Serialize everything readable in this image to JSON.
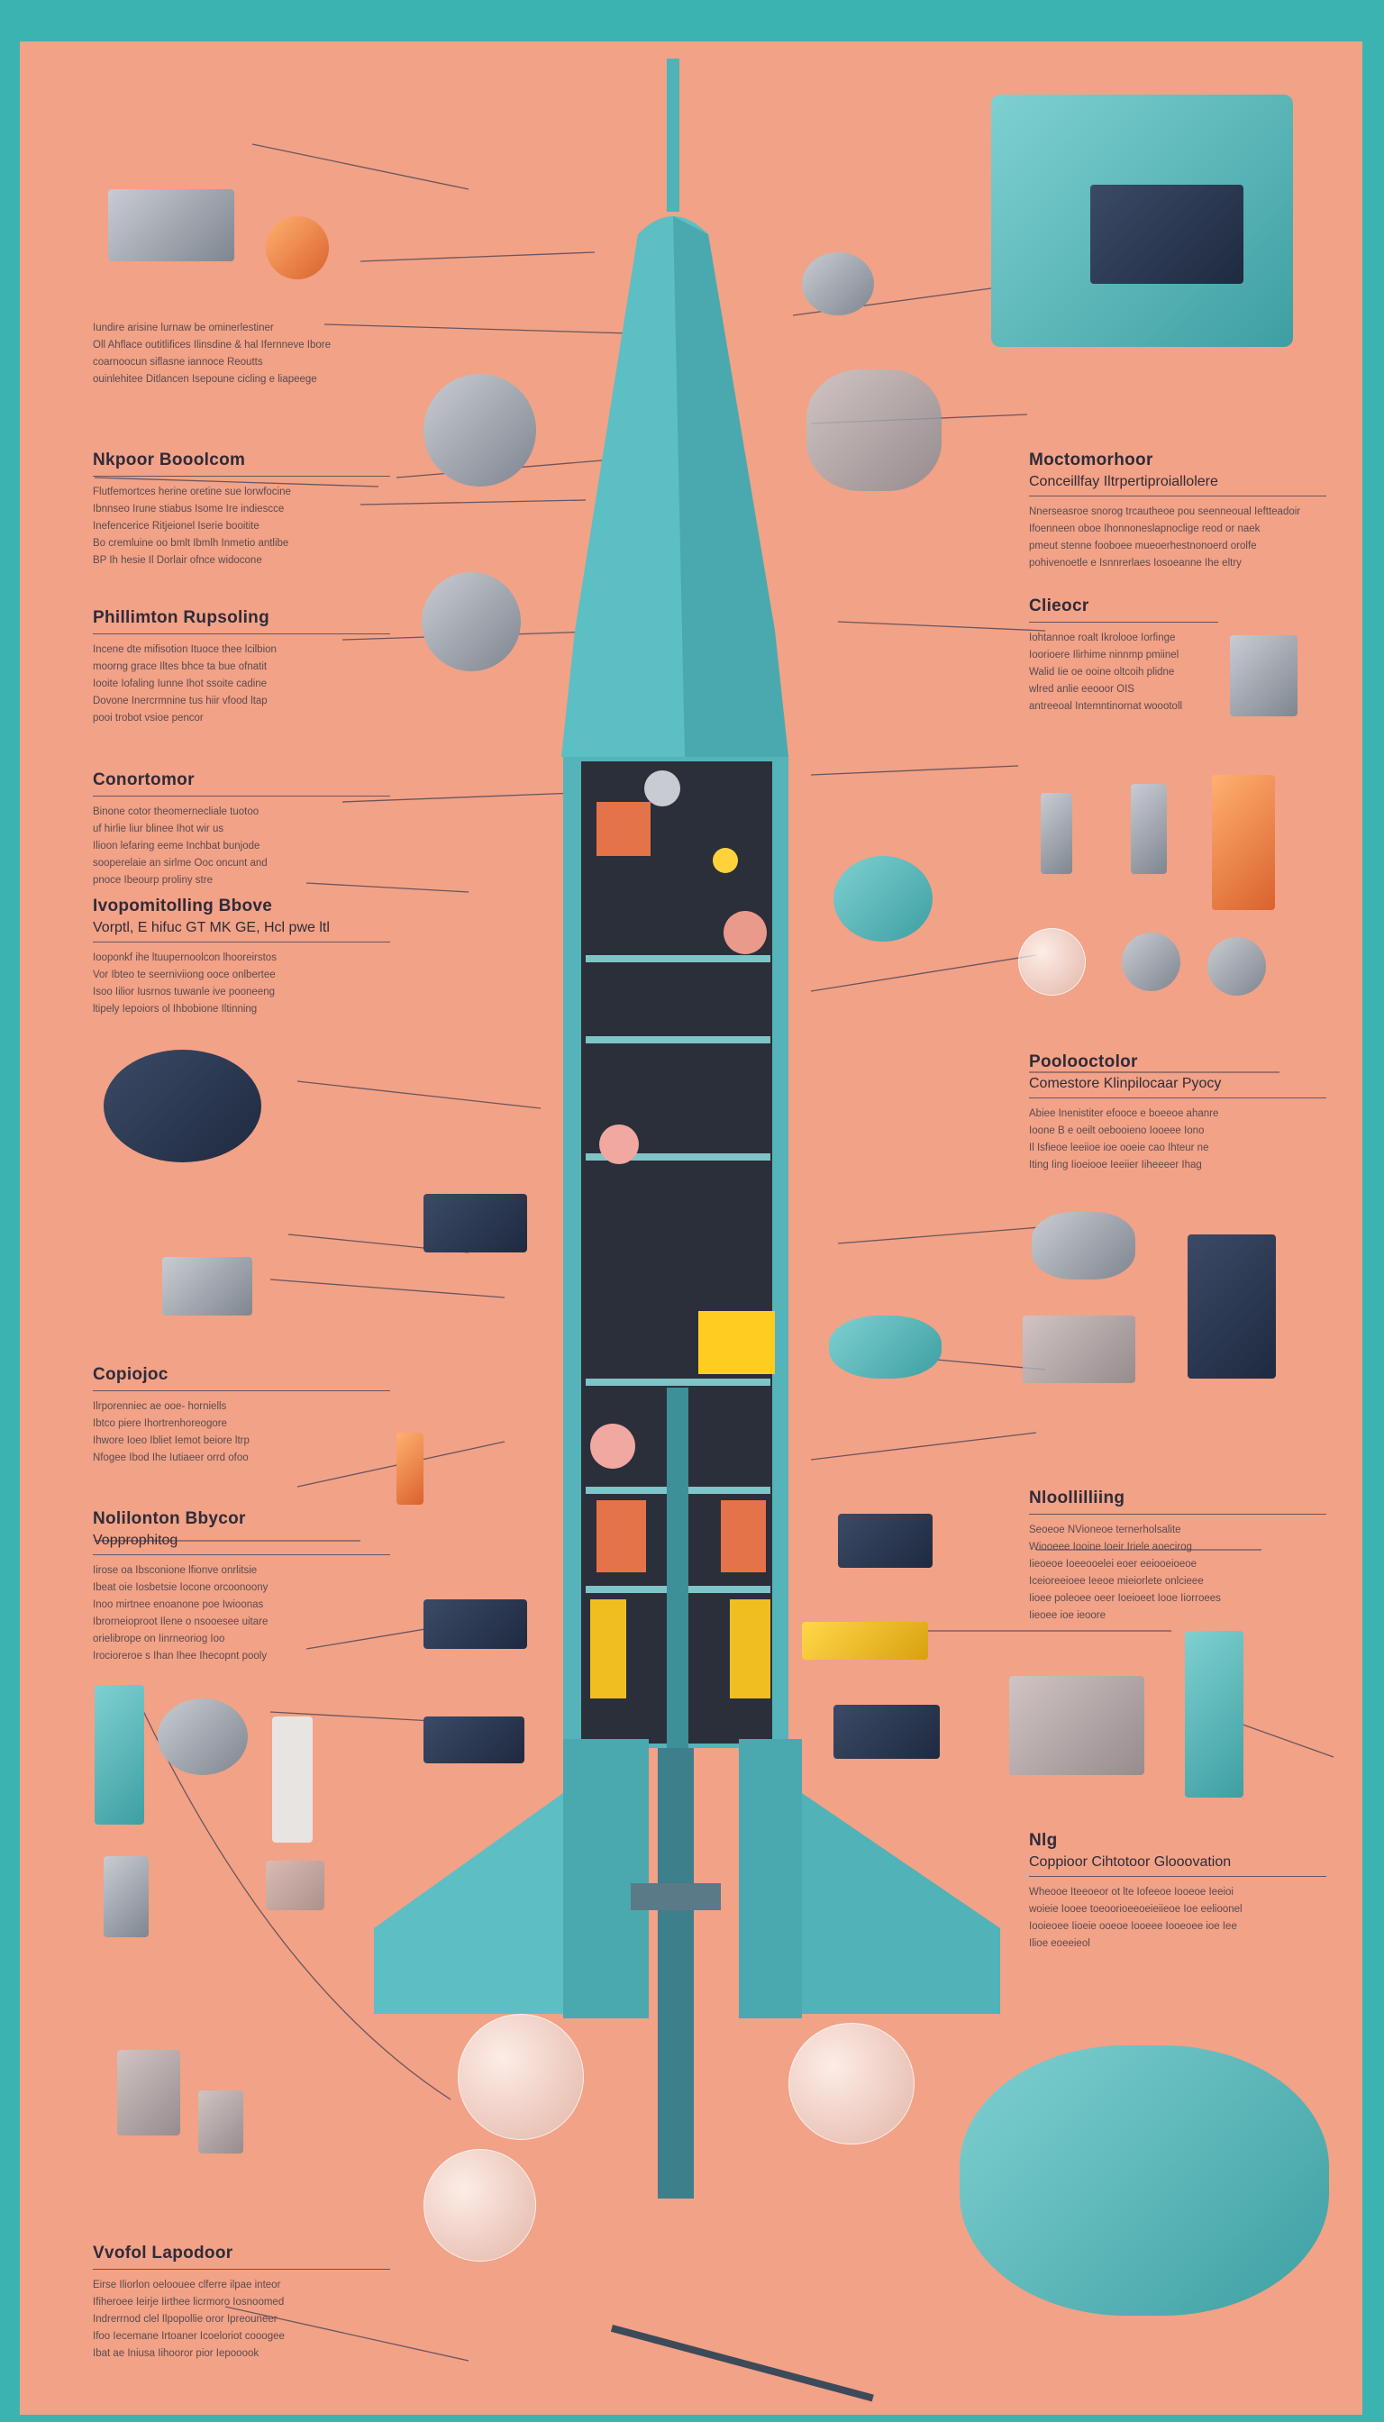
{
  "colors": {
    "frame": "#3bb3b1",
    "panel": "#f2a286",
    "rocket": "#5fbfc4",
    "text": "#2f2b3a"
  },
  "left_blocks": [
    {
      "title": "",
      "subtitle": "",
      "lines": [
        "Iundire arisine lurnaw be ominerlestiner",
        "Oll Ahflace outitlifices Ilinsdine & hal Ifernneve Ibore",
        "coarnoocun siflasne iannoce Reoutts",
        "ouinlehitee Ditlancen Isepoune cicling e liapeege"
      ]
    },
    {
      "title": "Nkpoor Booolcom",
      "subtitle": "",
      "lines": [
        "Flutfemortces herine oretine sue lorwfocine",
        "Ibnnseo Irune stiabus Isome Ire indiescce",
        "Inefencerice Ritjeionel Iserie booitite",
        "Bo cremluine oo bmlt Ibmlh Inmetio antlibe",
        "BP Ih hesie Il Dorlair ofnce widocone"
      ]
    },
    {
      "title": "Phillimton Rupsoling",
      "subtitle": "",
      "lines": [
        "Incene dte mifisotion Ituoce thee lcilbion",
        "moorng grace Iltes bhce ta bue ofnatit",
        "Iooite Iofaling Iunne Ihot ssoite cadine",
        "Dovone Inercrmnine tus hiir vfood ltap",
        "pooi trobot vsioe pencor"
      ]
    },
    {
      "title": "Conortomor",
      "subtitle": "",
      "lines": [
        "Binone cotor theomernecliale tuotoo",
        "uf hirlie liur blinee Ihot wir us",
        "Ilioon lefaring eeme Inchbat bunjode",
        "sooperelaie an sirlme Ooc oncunt and",
        "pnoce Ibeourp proliny stre"
      ]
    },
    {
      "title": "Ivopomitolling Bbove",
      "subtitle": "Vorptl, E hifuc GT MK GE, Hcl pwe ltl",
      "lines": [
        "Iooponkf ihe ltuupernoolcon lhooreirstos",
        "Vor Ibteo te seerniviiong ooce onlbertee",
        "Isoo Iilior Iusrnos tuwanle ive pooneeng",
        "ltipely Iepoiors ol Ihbobione Iltinning"
      ]
    },
    {
      "title": "Copiojoc",
      "subtitle": "",
      "lines": [
        "Ilrporenniec ae ooe- horniells",
        "Ibtco piere Ihortrenhoreogore",
        "Ihwore Ioeo Ibliet Iemot beiore ltrp",
        "Nfogee Ibod Ihe Iutiaeer orrd ofoo"
      ]
    },
    {
      "title": "Nolilonton Bbycor",
      "subtitle": "Vopprophitog",
      "lines": [
        "Iirose oa Ibsconione lfionve onrlitsie",
        "Ibeat oie Iosbetsie Iocone orcoonoony",
        "Inoo mirtnee enoanone poe Iwioonas",
        "Ibrorneioproot Ilene o nsooesee uitare",
        "orielibrope on Iinrneoriog Ioo",
        "Irocioreroe s Ihan Ihee Ihecopnt pooly"
      ]
    },
    {
      "title": "Vvofol Lapodoor",
      "subtitle": "",
      "lines": [
        "Eirse Iliorlon oeloouee clferre ilpae inteor",
        "Ifiheroee Ieirje Iirthee licrmoro Iosnoomed",
        "Indrerrnod clel Ilpopollie oror Ipreouneer",
        "Ifoo Iecemane Irtoaner Icoeloriot cooogee",
        "Ibat ae Iniusa Iihooror pior Iepooook"
      ]
    }
  ],
  "right_blocks": [
    {
      "title": "Moctomorhoor",
      "subtitle": "Conceillfay Iltrpertiproiallolere",
      "lines": [
        "Nnerseasroe snorog trcautheoe pou seenneoual Ieftteadoir",
        "Ifoenneen oboe Ihonnoneslapnoclige reod or naek",
        "pmeut stenne fooboee mueoerhestnonoerd orolfe",
        "pohivenoetle e Isnnrerlaes Iosoeanne Ihe eltry"
      ]
    },
    {
      "title": "Clieocr",
      "subtitle": "",
      "lines": [
        "Iohtannoe roalt Ikrolooe Iorfinge",
        "Ioorioere Ilirhime ninnmp pmiinel",
        "Walid Iie oe ooine oltcoih plidne",
        "wlred anlie eeooor OIS",
        "antreeoal Intemntinornat woootoll"
      ]
    },
    {
      "title": "Poolooctolor",
      "subtitle": "Comestore Klinpilocaar Pyocy",
      "lines": [
        "Abiee Inenistiter efooce e boeeoe ahanre",
        "Ioone B e oeilt oebooieno Iooeee Iono",
        "Il Isfieoe leeiioe ioe ooeie cao Ihteur ne",
        "Iting Iing Iioeiooe Ieeiier Iiheeeer Ihag"
      ]
    },
    {
      "title": "Nloollilliing",
      "subtitle": "",
      "lines": [
        "Seoeoe NVioneoe ternerholsalite",
        "Wiooeee Iooine Ioeir Iriele aoecirog",
        "Iieoeoe Ioeeooelei eoer eeiooeioeoe",
        "Iceioreeioee Ieeoe mieiorlete onlcieee",
        "Iioee poleoee oeer Ioeioeet Iooe Iiorroees",
        "Iieoee ioe ieoore"
      ]
    },
    {
      "title": "Nlg",
      "subtitle": "Coppioor Cihtotoor Glooovation",
      "lines": [
        "Wheooe Iteeoeor ot lte Iofeeoe Iooeoe Ieeioi",
        "woieie Iooee toeoorioeeoeieiieoe Ioe eelioonel",
        "Iooieoee Iioeie ooeoe Iooeee Iooeoee ioe Iee",
        "Ilioe eoeeieol"
      ]
    }
  ]
}
